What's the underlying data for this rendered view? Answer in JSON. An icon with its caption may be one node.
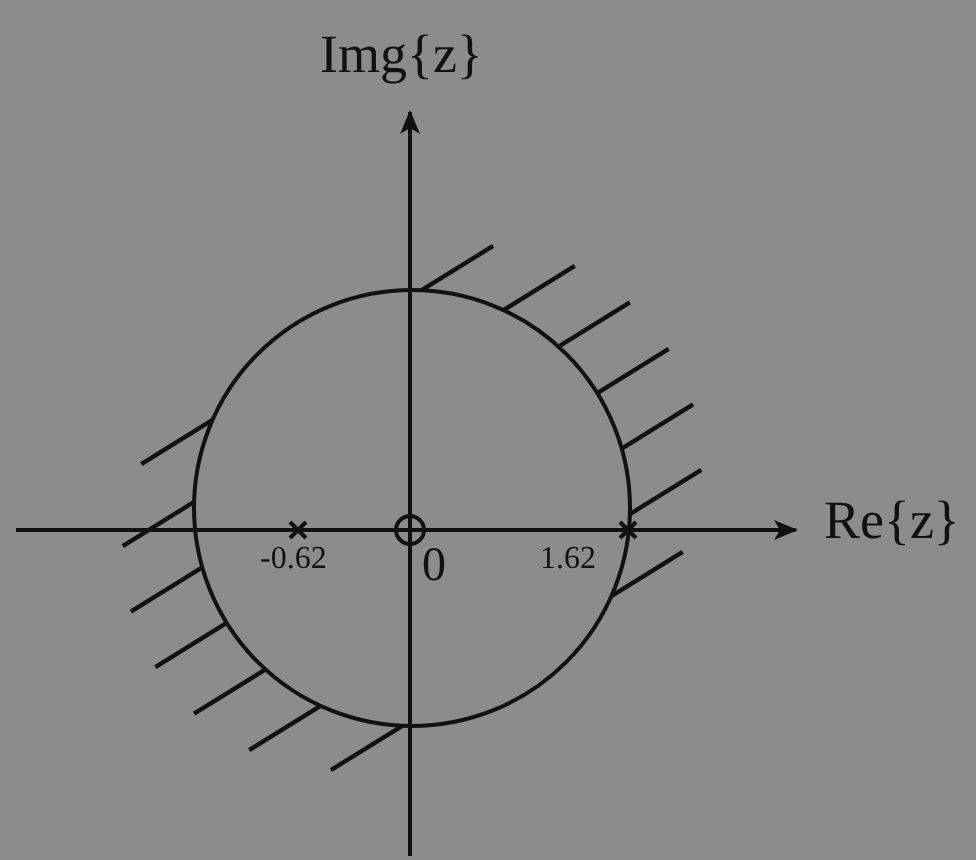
{
  "diagram": {
    "labels": [
      "Img{z}",
      "Re{z}",
      "-0.62",
      "0",
      "1.62"
    ]
  }
}
